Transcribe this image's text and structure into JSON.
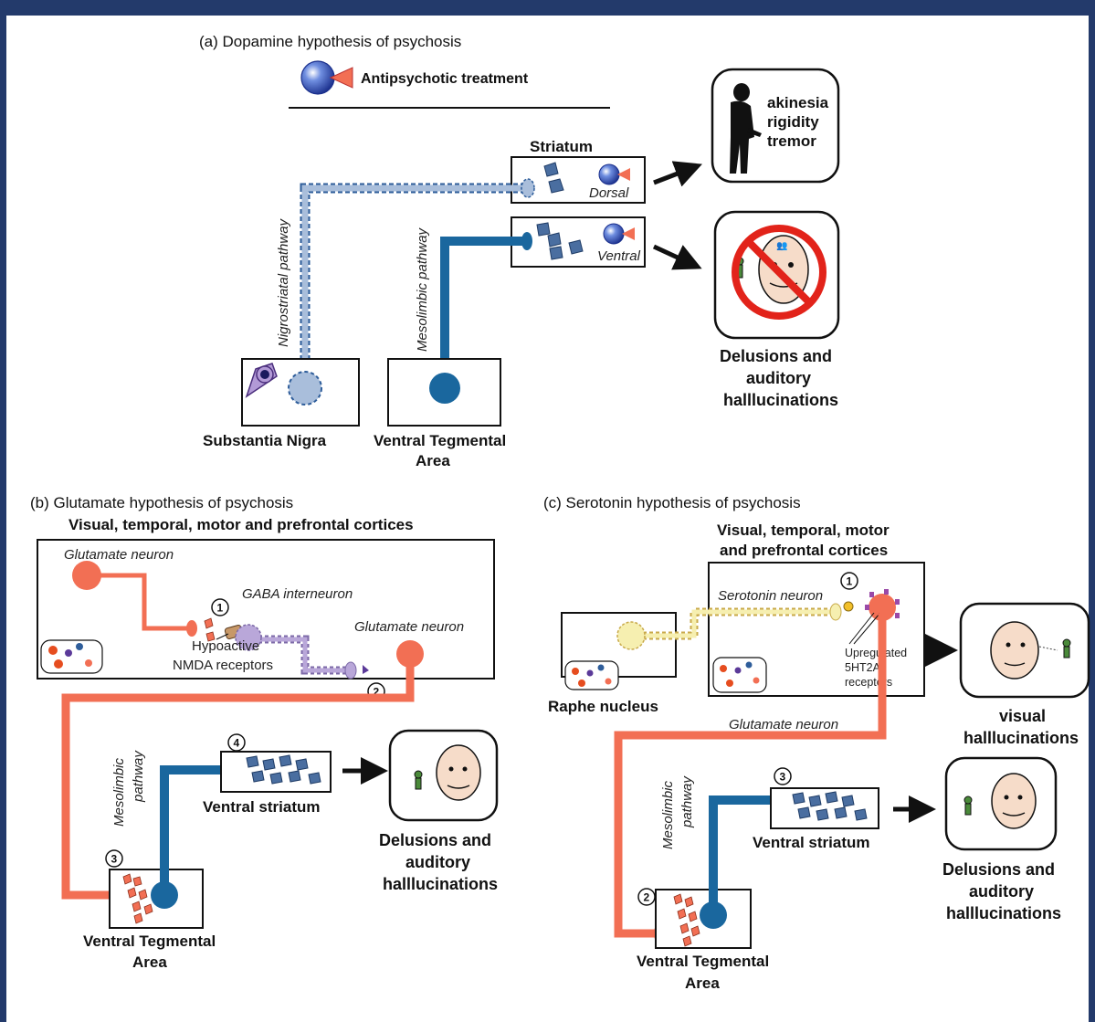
{
  "panel_a": {
    "title": "(a) Dopamine hypothesis of psychosis",
    "legend_label": "Antipsychotic treatment",
    "striatum_label": "Striatum",
    "dorsal_label": "Dorsal",
    "ventral_label": "Ventral",
    "nigrostriatal_label": "Nigrostriatal pathway",
    "mesolimbic_label": "Mesolimbic pathway",
    "substantia_nigra_label": "Substantia Nigra",
    "vta_line1": "Ventral Tegmental",
    "vta_line2": "Area",
    "side_effects": [
      "akinesia",
      "rigidity",
      "tremor"
    ],
    "delusions_lines": [
      "Delusions and",
      "auditory",
      "halllucinations"
    ]
  },
  "panel_b": {
    "title": "(b) Glutamate hypothesis of psychosis",
    "cortex_label": "Visual, temporal, motor and prefrontal cortices",
    "glutamate_neuron_1": "Glutamate neuron",
    "gaba_label": "GABA interneuron",
    "glutamate_neuron_2": "Glutamate neuron",
    "nmda_line1": "Hypoactive",
    "nmda_line2": "NMDA receptors",
    "mesolimbic_line1": "Mesolimbic",
    "mesolimbic_line2": "pathway",
    "ventral_striatum_label": "Ventral striatum",
    "vta_line1": "Ventral Tegmental",
    "vta_line2": "Area",
    "delusions_lines": [
      "Delusions and",
      "auditory",
      "halllucinations"
    ],
    "step_numbers": [
      "1",
      "2",
      "3",
      "4"
    ]
  },
  "panel_c": {
    "title": "(c) Serotonin hypothesis of psychosis",
    "cortex_line1": "Visual, temporal, motor",
    "cortex_line2": "and prefrontal cortices",
    "serotonin_neuron_label": "Serotonin neuron",
    "receptor_lines": [
      "Upregulated",
      "5HT2A",
      "receptors"
    ],
    "raphe_label": "Raphe nucleus",
    "glutamate_neuron_label": "Glutamate neuron",
    "visual_line1": "visual",
    "visual_line2": "halllucinations",
    "mesolimbic_line1": "Mesolimbic",
    "mesolimbic_line2": "pathway",
    "ventral_striatum_label": "Ventral striatum",
    "vta_line1": "Ventral Tegmental",
    "vta_line2": "Area",
    "delusions_lines": [
      "Delusions and",
      "auditory",
      "halllucinations"
    ],
    "step_numbers": [
      "1",
      "2",
      "3"
    ]
  },
  "colors": {
    "frame": "#233a6b",
    "dopamine_pathway": "#1a679e",
    "glutamate_pathway": "#f26f54",
    "nigrostriatal_dashed": "#a9bedb",
    "gaba_dashed": "#b9a7d9",
    "serotonin_dashed": "#f6efb0",
    "no_symbol": "#e2231a"
  }
}
